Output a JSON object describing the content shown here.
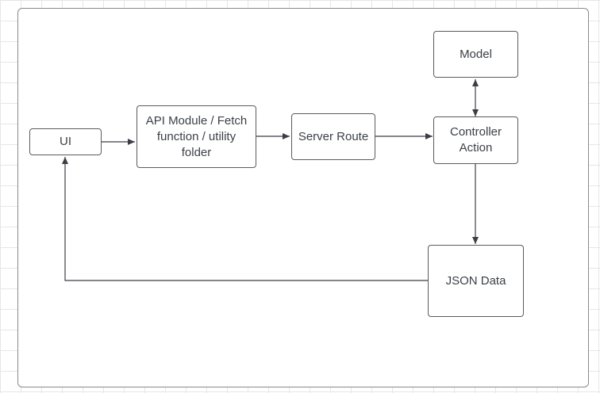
{
  "diagram": {
    "nodes": {
      "ui": {
        "label": "UI"
      },
      "api_module": {
        "label": "API Module / Fetch function / utility folder"
      },
      "server_route": {
        "label": "Server Route"
      },
      "controller_action": {
        "label": "Controller Action"
      },
      "model": {
        "label": "Model"
      },
      "json_data": {
        "label": "JSON Data"
      }
    },
    "edges": [
      {
        "from": "UI",
        "to": "API Module / Fetch function / utility folder",
        "direction": "forward"
      },
      {
        "from": "API Module / Fetch function / utility folder",
        "to": "Server Route",
        "direction": "forward"
      },
      {
        "from": "Server Route",
        "to": "Controller Action",
        "direction": "forward"
      },
      {
        "from": "Controller Action",
        "to": "Model",
        "direction": "bidirectional"
      },
      {
        "from": "Controller Action",
        "to": "JSON Data",
        "direction": "forward"
      },
      {
        "from": "JSON Data",
        "to": "UI",
        "direction": "forward"
      }
    ],
    "colors": {
      "line": "#3b3f45",
      "node_border": "#5b5b5b",
      "text": "#3b3f45",
      "grid": "#e6e6e6"
    }
  }
}
